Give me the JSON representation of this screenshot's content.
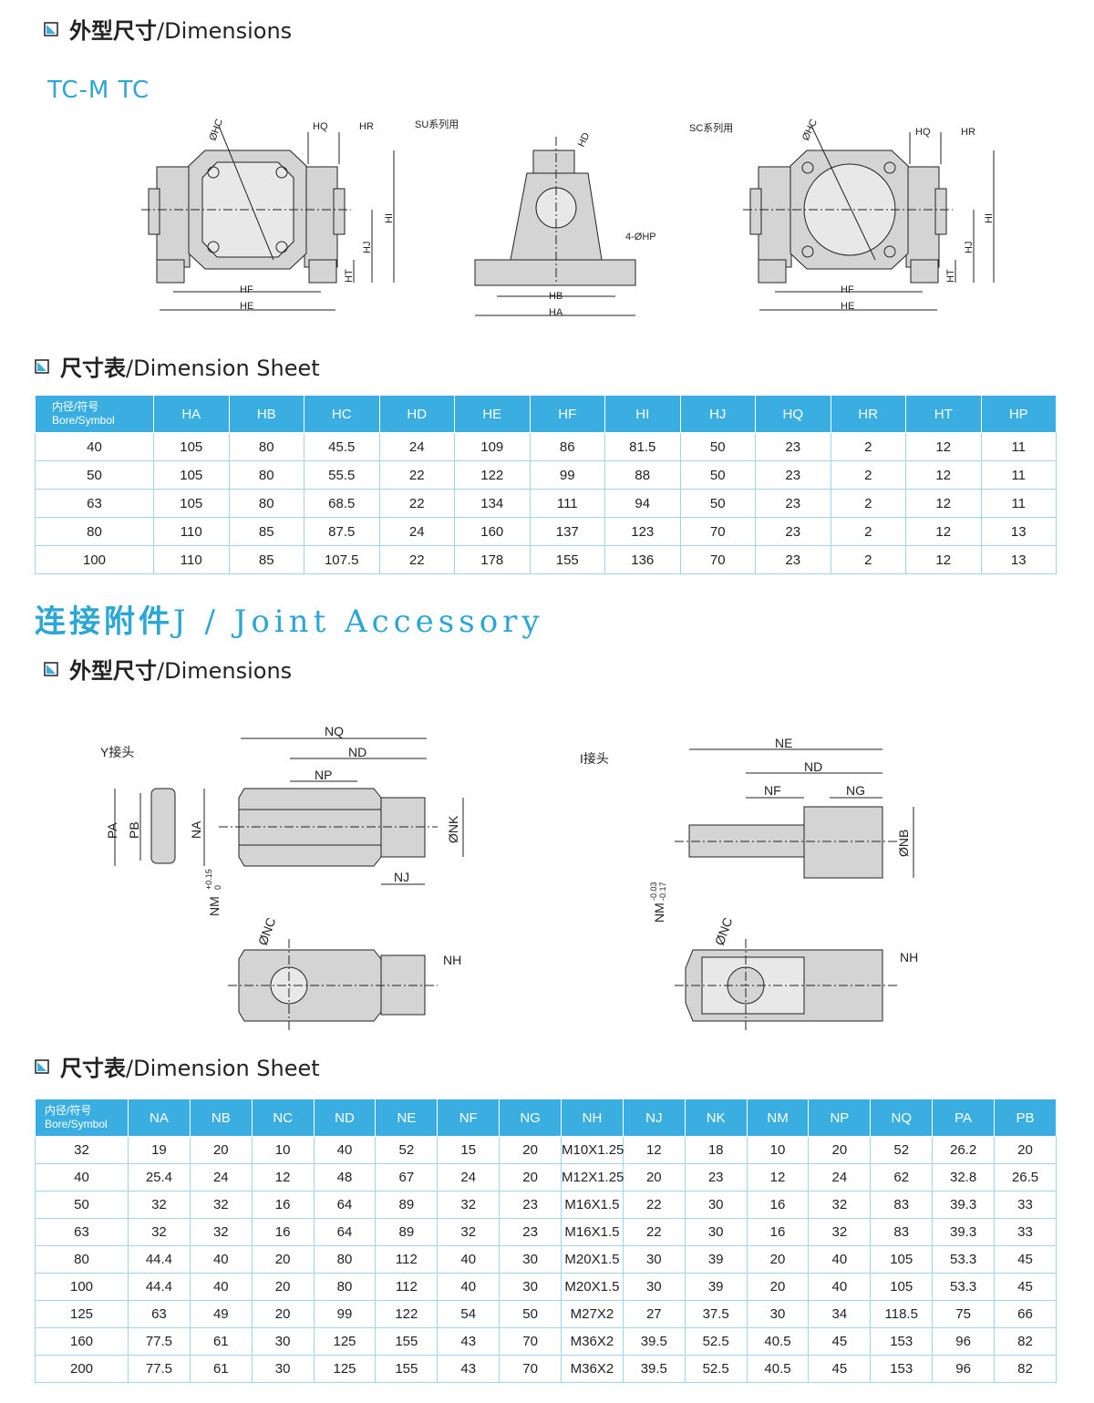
{
  "sections": {
    "dimensions_title_cn": "外型尺寸",
    "dimensions_title_en": "/Dimensions",
    "sheet_title_cn": "尺寸表",
    "sheet_title_en": "/Dimension Sheet"
  },
  "trunnion": {
    "models": "TC-M  TC",
    "su_label": "SU系列用",
    "sc_label": "SC系列用",
    "labels": {
      "hc": "ØHC",
      "hq": "HQ",
      "hr": "HR",
      "hi": "HI",
      "hj": "HJ",
      "ht": "HT",
      "hf": "HF",
      "he": "HE",
      "hd": "HD",
      "hp": "4-ØHP",
      "hb": "HB",
      "ha": "HA"
    },
    "table": {
      "bore_header_cn": "内径/符号",
      "bore_header_en": "Bore/Symbol",
      "columns": [
        "HA",
        "HB",
        "HC",
        "HD",
        "HE",
        "HF",
        "HI",
        "HJ",
        "HQ",
        "HR",
        "HT",
        "HP"
      ],
      "rows": [
        [
          "40",
          "105",
          "80",
          "45.5",
          "24",
          "109",
          "86",
          "81.5",
          "50",
          "23",
          "2",
          "12",
          "11"
        ],
        [
          "50",
          "105",
          "80",
          "55.5",
          "22",
          "122",
          "99",
          "88",
          "50",
          "23",
          "2",
          "12",
          "11"
        ],
        [
          "63",
          "105",
          "80",
          "68.5",
          "22",
          "134",
          "111",
          "94",
          "50",
          "23",
          "2",
          "12",
          "11"
        ],
        [
          "80",
          "110",
          "85",
          "87.5",
          "24",
          "160",
          "137",
          "123",
          "70",
          "23",
          "2",
          "12",
          "13"
        ],
        [
          "100",
          "110",
          "85",
          "107.5",
          "22",
          "178",
          "155",
          "136",
          "70",
          "23",
          "2",
          "12",
          "13"
        ]
      ]
    }
  },
  "joint": {
    "title_cn": "连接附件",
    "title_en": "J / Joint Accessory",
    "y_label": "Y接头",
    "i_label": "I接头",
    "labels": {
      "nq": "NQ",
      "nd": "ND",
      "np": "NP",
      "pa": "PA",
      "pb": "PB",
      "na": "NA",
      "nk": "ØNK",
      "nj": "NJ",
      "nm_y": "NM",
      "nm_y_tol": "+0.15",
      "nm_y_tol2": "0",
      "nc": "ØNC",
      "nh": "NH",
      "ne": "NE",
      "nf": "NF",
      "ng": "NG",
      "nb": "ØNB",
      "nm_i": "NM",
      "nm_i_tol": "-0.03",
      "nm_i_tol2": "-0.17"
    },
    "table": {
      "bore_header_cn": "内径/符号",
      "bore_header_en": "Bore/Symbol",
      "columns": [
        "NA",
        "NB",
        "NC",
        "ND",
        "NE",
        "NF",
        "NG",
        "NH",
        "NJ",
        "NK",
        "NM",
        "NP",
        "NQ",
        "PA",
        "PB"
      ],
      "rows": [
        [
          "32",
          "19",
          "20",
          "10",
          "40",
          "52",
          "15",
          "20",
          "M10X1.25",
          "12",
          "18",
          "10",
          "20",
          "52",
          "26.2",
          "20"
        ],
        [
          "40",
          "25.4",
          "24",
          "12",
          "48",
          "67",
          "24",
          "20",
          "M12X1.25",
          "20",
          "23",
          "12",
          "24",
          "62",
          "32.8",
          "26.5"
        ],
        [
          "50",
          "32",
          "32",
          "16",
          "64",
          "89",
          "32",
          "23",
          "M16X1.5",
          "22",
          "30",
          "16",
          "32",
          "83",
          "39.3",
          "33"
        ],
        [
          "63",
          "32",
          "32",
          "16",
          "64",
          "89",
          "32",
          "23",
          "M16X1.5",
          "22",
          "30",
          "16",
          "32",
          "83",
          "39.3",
          "33"
        ],
        [
          "80",
          "44.4",
          "40",
          "20",
          "80",
          "112",
          "40",
          "30",
          "M20X1.5",
          "30",
          "39",
          "20",
          "40",
          "105",
          "53.3",
          "45"
        ],
        [
          "100",
          "44.4",
          "40",
          "20",
          "80",
          "112",
          "40",
          "30",
          "M20X1.5",
          "30",
          "39",
          "20",
          "40",
          "105",
          "53.3",
          "45"
        ],
        [
          "125",
          "63",
          "49",
          "20",
          "99",
          "122",
          "54",
          "50",
          "M27X2",
          "27",
          "37.5",
          "30",
          "34",
          "118.5",
          "75",
          "66"
        ],
        [
          "160",
          "77.5",
          "61",
          "30",
          "125",
          "155",
          "43",
          "70",
          "M36X2",
          "39.5",
          "52.5",
          "40.5",
          "45",
          "153",
          "96",
          "82"
        ],
        [
          "200",
          "77.5",
          "61",
          "30",
          "125",
          "155",
          "43",
          "70",
          "M36X2",
          "39.5",
          "52.5",
          "40.5",
          "45",
          "153",
          "96",
          "82"
        ]
      ]
    }
  }
}
